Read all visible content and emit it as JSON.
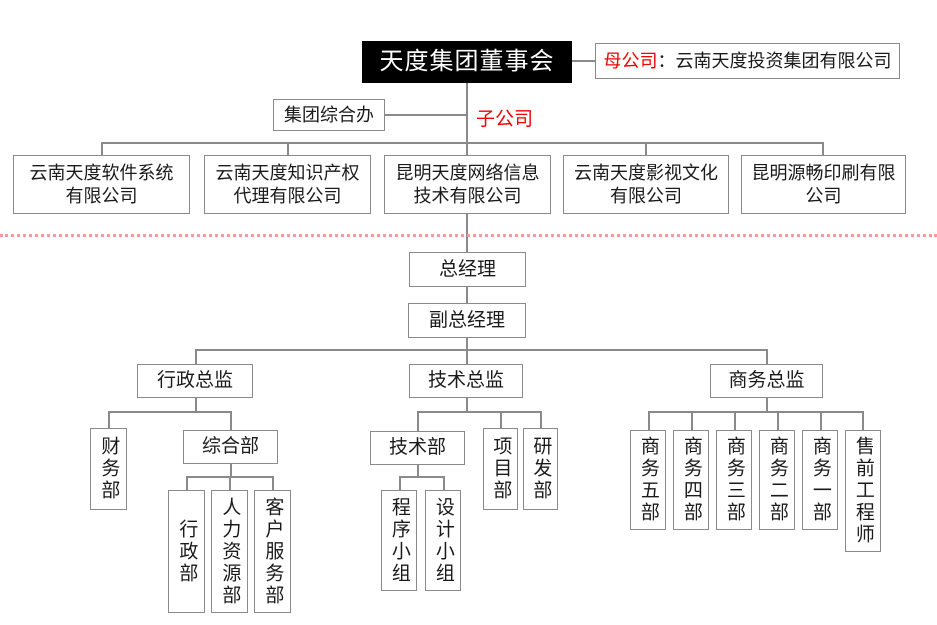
{
  "colors": {
    "accent_red": "#f20000",
    "divider_dotted_red": "#ff9898",
    "connector_gray": "#8a8a8a",
    "board_bg": "#000000",
    "board_text": "#ffffff"
  },
  "board": {
    "label": "天度集团董事会"
  },
  "parent_company": {
    "label_prefix": "母公司",
    "colon": "：",
    "name": "云南天度投资集团有限公司"
  },
  "group_office": {
    "label": "集团综合办"
  },
  "subsidiary_tag": {
    "label": "子公司"
  },
  "subsidiaries": [
    {
      "line1": "云南天度软件系统",
      "line2": "有限公司"
    },
    {
      "line1": "云南天度知识产权",
      "line2": "代理有限公司"
    },
    {
      "line1": "昆明天度网络信息",
      "line2": "技术有限公司"
    },
    {
      "line1": "云南天度影视文化",
      "line2": "有限公司"
    },
    {
      "line1": "昆明源畅印刷有限",
      "line2": "公司"
    }
  ],
  "management": {
    "general_manager": "总经理",
    "deputy_general_manager": "副总经理"
  },
  "directors": {
    "admin": "行政总监",
    "tech": "技术总监",
    "business": "商务总监"
  },
  "admin_branch": {
    "finance": "财务部",
    "general_affairs": "综合部",
    "sub_departments": {
      "admin": "行政部",
      "hr": "人力资源部",
      "customer_service": "客户服务部"
    }
  },
  "tech_branch": {
    "tech_dept": "技术部",
    "project_dept": "项目部",
    "rd_dept": "研发部",
    "sub_groups": {
      "programming": "程序小组",
      "design": "设计小组"
    }
  },
  "business_branch": {
    "dept5": "商务五部",
    "dept4": "商务四部",
    "dept3": "商务三部",
    "dept2": "商务二部",
    "dept1": "商务一部",
    "presales": "售前工程师"
  }
}
